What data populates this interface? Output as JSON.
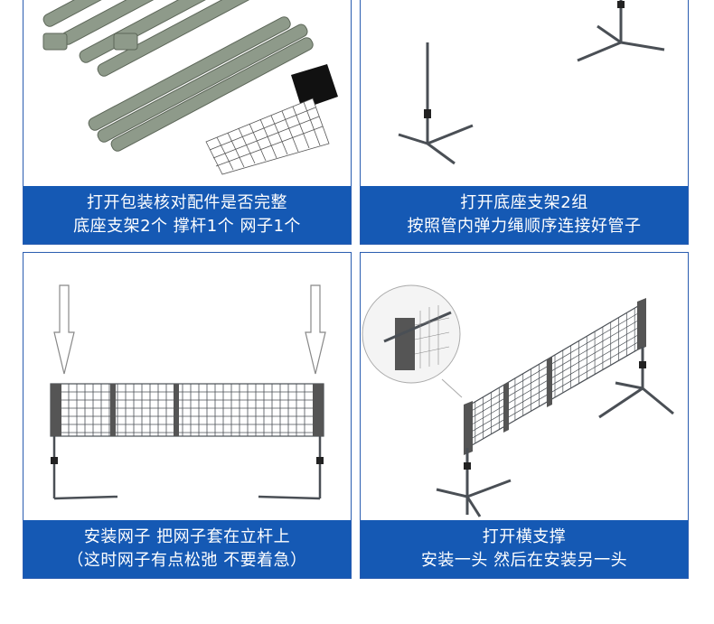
{
  "panels": [
    {
      "caption_line1": "打开包装核对配件是否完整",
      "caption_line2": "底座支架2个 撑杆1个 网子1个"
    },
    {
      "caption_line1": "打开底座支架2组",
      "caption_line2": "按照管内弹力绳顺序连接好管子"
    },
    {
      "caption_line1": "安装网子 把网子套在立杆上",
      "caption_line2": "（这时网子有点松弛 不要着急）"
    },
    {
      "caption_line1": "打开横支撑",
      "caption_line2": "安装一头 然后在安装另一头"
    }
  ],
  "colors": {
    "caption_bg": "#1559b4",
    "border": "#2a5db0",
    "pole": "#8e9a8a",
    "frame": "#4a4f55"
  }
}
